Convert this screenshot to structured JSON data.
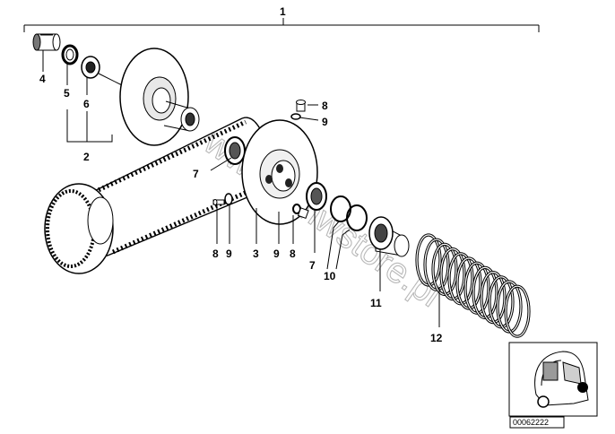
{
  "callouts": {
    "c1": "1",
    "c2": "2",
    "c3": "3",
    "c4": "4",
    "c5": "5",
    "c6": "6",
    "c7a": "7",
    "c7b": "7",
    "c8a": "8",
    "c8b": "8",
    "c8c": "8",
    "c9a": "9",
    "c9b": "9",
    "c9c": "9",
    "c10": "10",
    "c11": "11",
    "c12": "12"
  },
  "watermark": "www.bmwstore.pl",
  "diagram_code": "00062222",
  "colors": {
    "ink": "#000000",
    "watermark": "#b8b8b8",
    "background": "#ffffff"
  }
}
